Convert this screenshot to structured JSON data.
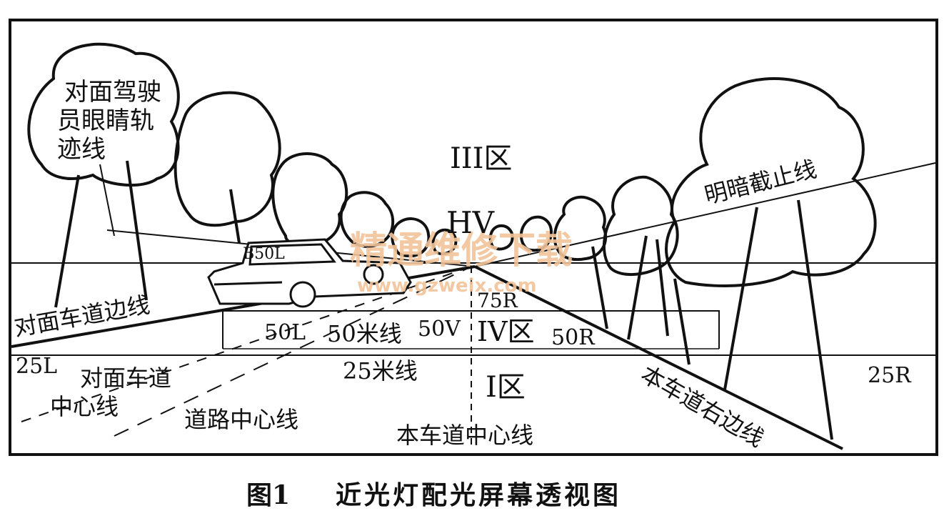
{
  "labels": {
    "oncoming_eye_line": [
      "对面驾驶",
      "员眼睛轨",
      "迹线"
    ],
    "zone_iii": "III区",
    "hv": "HV",
    "cutoff_line": "明暗截止线",
    "oncoming_lane_edge": "对面车道边线",
    "l25": "25L",
    "l50": "50L",
    "line50m": "50米线",
    "v50": "50V",
    "r75": "75R",
    "zone_iv": "IV区",
    "r50": "50R",
    "line25m": "25米线",
    "r25": "25R",
    "oncoming_lane_center": [
      "对面车道",
      "中心线"
    ],
    "road_center": "道路中心线",
    "zone_i": "I区",
    "own_lane_center": "本车道中心线",
    "own_lane_right_edge": "本车道右边线",
    "car_plate": "B50L"
  },
  "watermark": {
    "cn": "精通维修下载",
    "url": "www.gzweix.com",
    "color": "#f2c49a"
  },
  "caption": {
    "figure_no": "图1",
    "title": "近光灯配光屏幕透视图"
  },
  "colors": {
    "ink": "#111111",
    "paper": "#ffffff"
  }
}
